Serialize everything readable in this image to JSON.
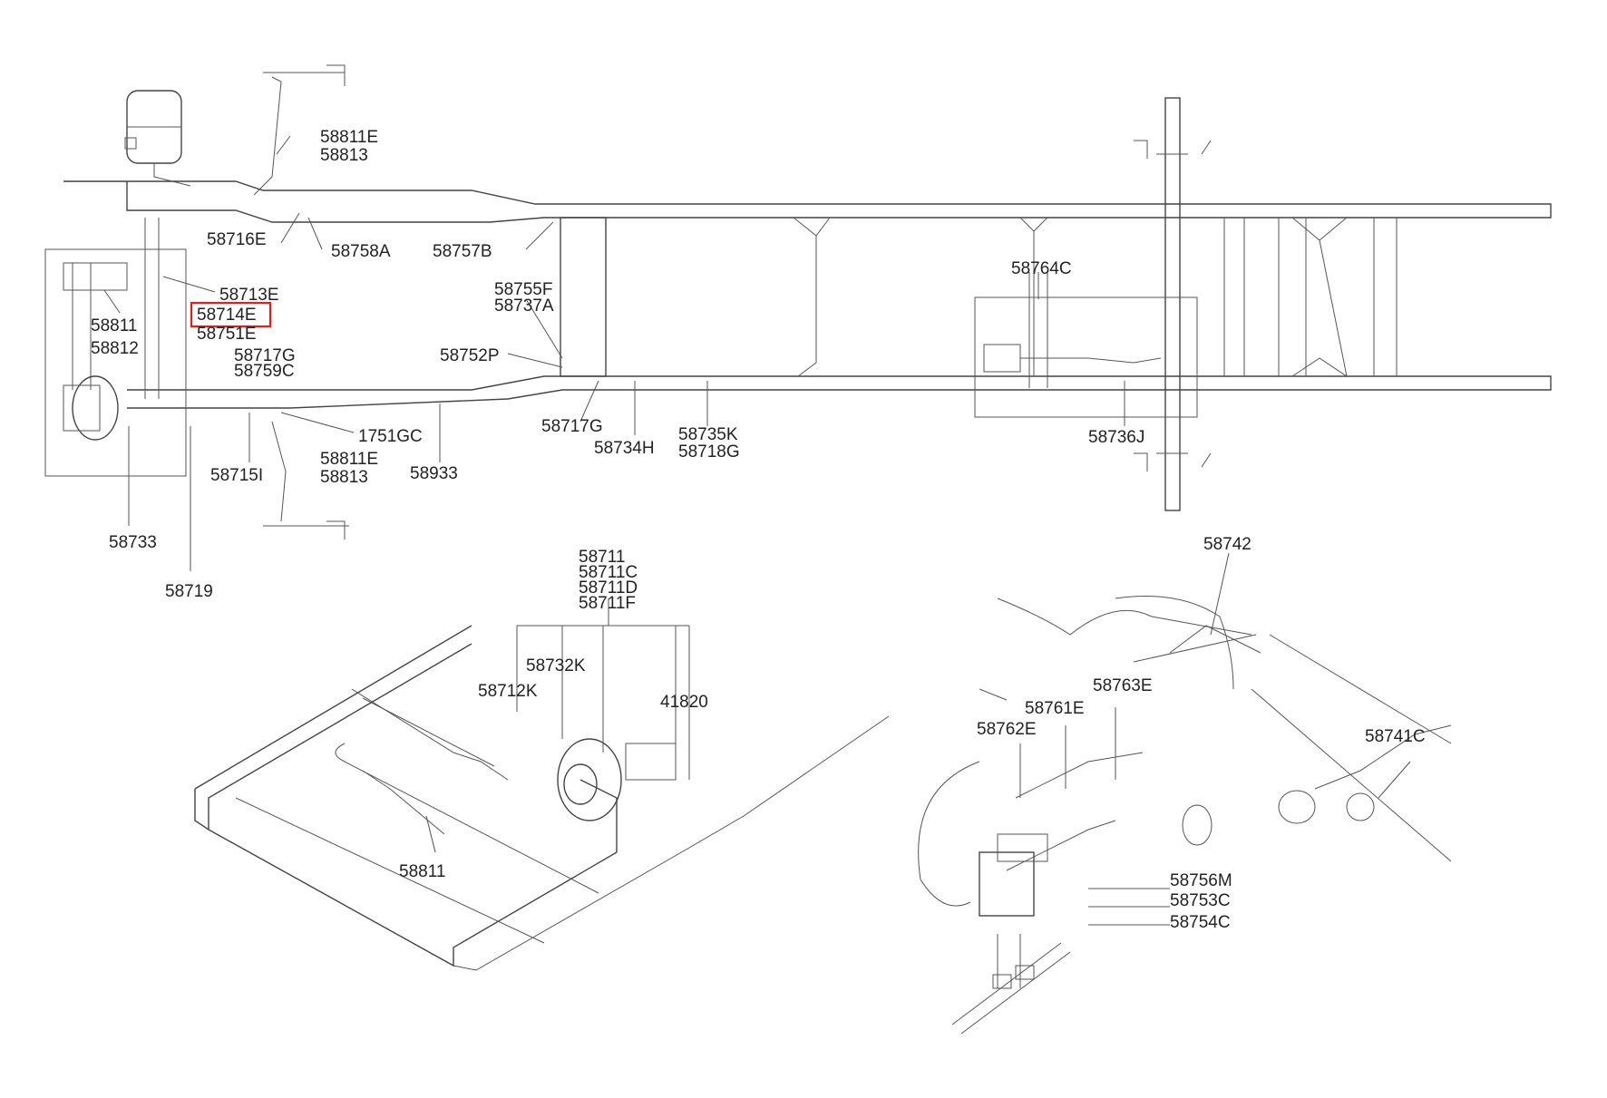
{
  "diagram": {
    "highlighted_part": "58714E",
    "labels": [
      "58811E",
      "58813",
      "58716E",
      "58758A",
      "58757B",
      "58713E",
      "58714E",
      "58751E",
      "58811",
      "58812",
      "58717G",
      "58759C",
      "58755F",
      "58737A",
      "58752P",
      "58764C",
      "1751GC",
      "58811E",
      "58813",
      "58715I",
      "58933",
      "58717G",
      "58734H",
      "58735K",
      "58718G",
      "58736J",
      "58733",
      "58719",
      "58711",
      "58711C",
      "58711D",
      "58711F",
      "58732K",
      "58712K",
      "41820",
      "58811",
      "58742",
      "58763E",
      "58761E",
      "58762E",
      "58741C",
      "58756M",
      "58753C",
      "58754C"
    ]
  }
}
